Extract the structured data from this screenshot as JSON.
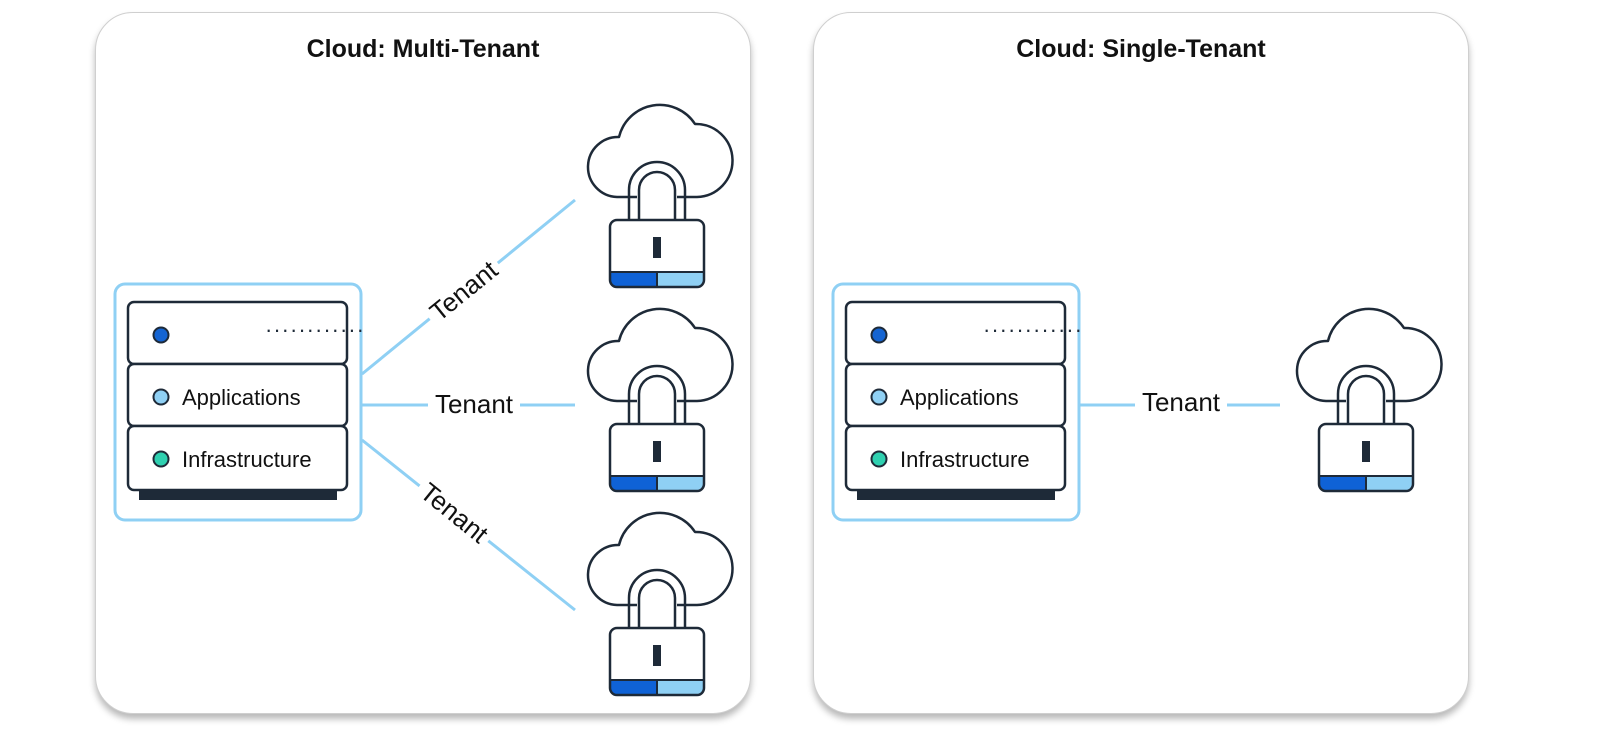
{
  "diagram": {
    "left_panel": {
      "title": "Cloud: Multi-Tenant",
      "server": {
        "top_row_label": "············",
        "row2_label": "Applications",
        "row3_label": "Infrastructure"
      },
      "connections": [
        {
          "label": "Tenant"
        },
        {
          "label": "Tenant"
        },
        {
          "label": "Tenant"
        }
      ]
    },
    "right_panel": {
      "title": "Cloud: Single-Tenant",
      "server": {
        "top_row_label": "············",
        "row2_label": "Applications",
        "row3_label": "Infrastructure"
      },
      "connections": [
        {
          "label": "Tenant"
        }
      ]
    }
  },
  "colors": {
    "outline": "#1e2a38",
    "line": "#8fd0f4",
    "dot_top": "#1464d2",
    "dot_apps": "#8fd0f4",
    "dot_infra": "#2fd0b0",
    "lock_left": "#0f62d6",
    "lock_right": "#8fd0f4"
  },
  "icons": [
    "server-icon",
    "cloud-lock-icon"
  ]
}
